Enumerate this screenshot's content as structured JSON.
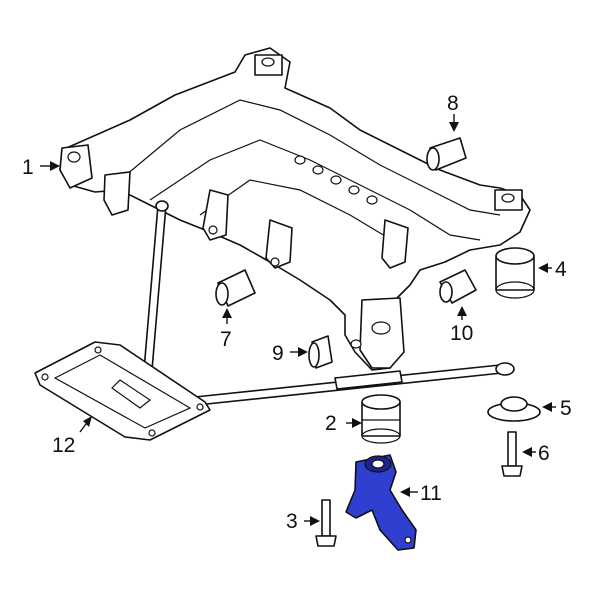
{
  "callouts": [
    {
      "id": "1",
      "label": "1"
    },
    {
      "id": "2",
      "label": "2"
    },
    {
      "id": "3",
      "label": "3"
    },
    {
      "id": "4",
      "label": "4"
    },
    {
      "id": "5",
      "label": "5"
    },
    {
      "id": "6",
      "label": "6"
    },
    {
      "id": "7",
      "label": "7"
    },
    {
      "id": "8",
      "label": "8"
    },
    {
      "id": "9",
      "label": "9"
    },
    {
      "id": "10",
      "label": "10"
    },
    {
      "id": "11",
      "label": "11"
    },
    {
      "id": "12",
      "label": "12"
    }
  ],
  "colors": {
    "highlight": "#2f3fd0",
    "highlight_dark": "#1a2690",
    "line": "#111111"
  }
}
